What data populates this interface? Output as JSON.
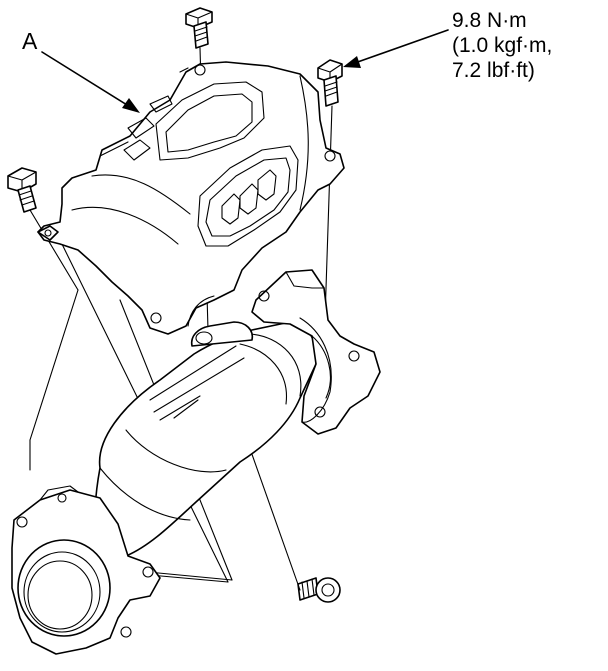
{
  "diagram": {
    "callout_a": "A",
    "torque_lines": [
      "9.8 N·m",
      "(1.0 kgf·m,",
      "7.2 lbf·ft)"
    ]
  },
  "colors": {
    "line": "#000000",
    "background": "#ffffff"
  }
}
